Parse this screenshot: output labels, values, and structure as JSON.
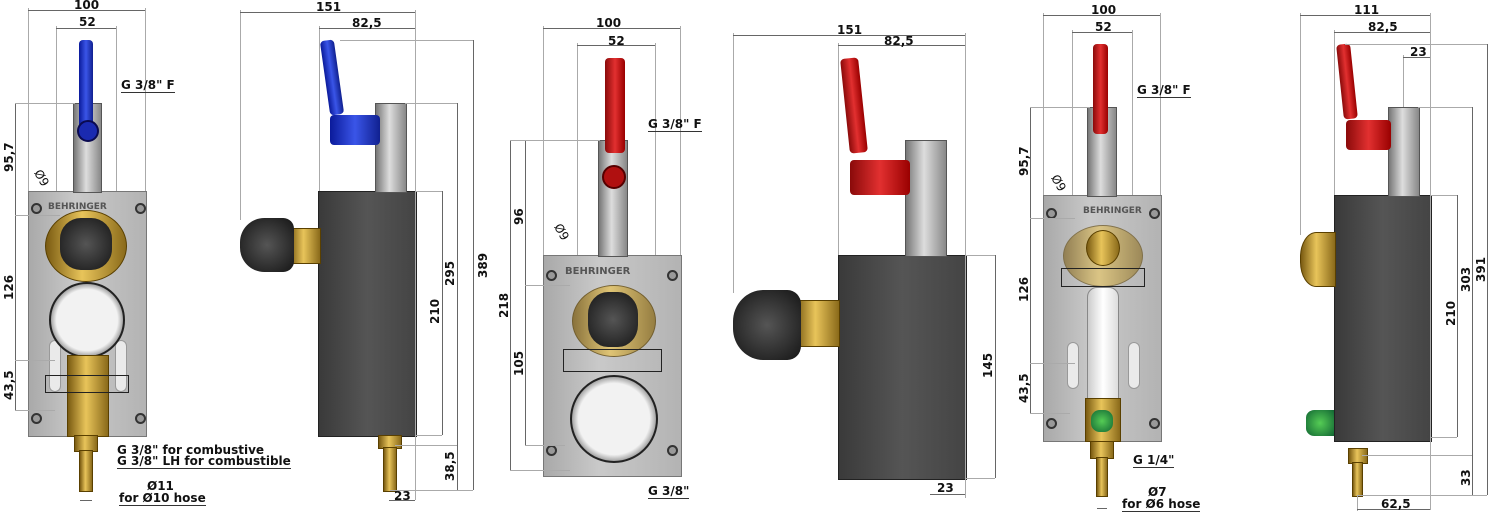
{
  "view1": {
    "dims": {
      "width_total": "100",
      "width_inner": "52",
      "height_top": "95,7",
      "height_mid": "126",
      "height_low": "43,5",
      "hole": "Ø9"
    },
    "callouts": {
      "inlet": "G 3/8\" F",
      "outlet_1": "G 3/8\" for combustive",
      "outlet_2": "G 3/8\" LH for combustible",
      "nozzle": "Ø11",
      "hose": "for Ø10 hose"
    },
    "logo": "BEHRINGER"
  },
  "view2": {
    "dims": {
      "depth_total": "151",
      "depth_inner": "82,5",
      "h_total": "389",
      "h_valve": "295",
      "h_box": "210",
      "h_nozzle": "38,5",
      "nozzle_offset": "23"
    }
  },
  "view3": {
    "dims": {
      "width_total": "100",
      "width_inner": "52",
      "height_top": "96",
      "height_total": "218",
      "height_low": "105",
      "hole": "Ø9"
    },
    "callouts": {
      "inlet": "G 3/8\" F",
      "outlet": "G 3/8\""
    },
    "logo": "BEHRINGER"
  },
  "view4": {
    "dims": {
      "depth_total": "151",
      "depth_inner": "82,5",
      "h_box": "145",
      "outlet_offset": "23"
    }
  },
  "view5": {
    "dims": {
      "width_total": "100",
      "width_inner": "52",
      "height_top": "95,7",
      "height_mid": "126",
      "height_low": "43,5",
      "hole": "Ø9"
    },
    "callouts": {
      "inlet": "G 3/8\" F",
      "outlet": "G 1/4\"",
      "nozzle": "Ø7",
      "hose": "for Ø6 hose"
    },
    "logo": "BEHRINGER"
  },
  "view6": {
    "dims": {
      "depth_total": "111",
      "depth_inner": "82,5",
      "valve_offset": "23",
      "h_total": "391",
      "h_valve": "303",
      "h_box": "210",
      "h_nozzle": "33",
      "nozzle_offset": "62,5"
    }
  },
  "colors": {
    "valve_blue": "#2a45d8",
    "valve_red": "#d42020",
    "box": "#444444",
    "panel": "#bdbdbd",
    "brass": "#d4af37"
  }
}
